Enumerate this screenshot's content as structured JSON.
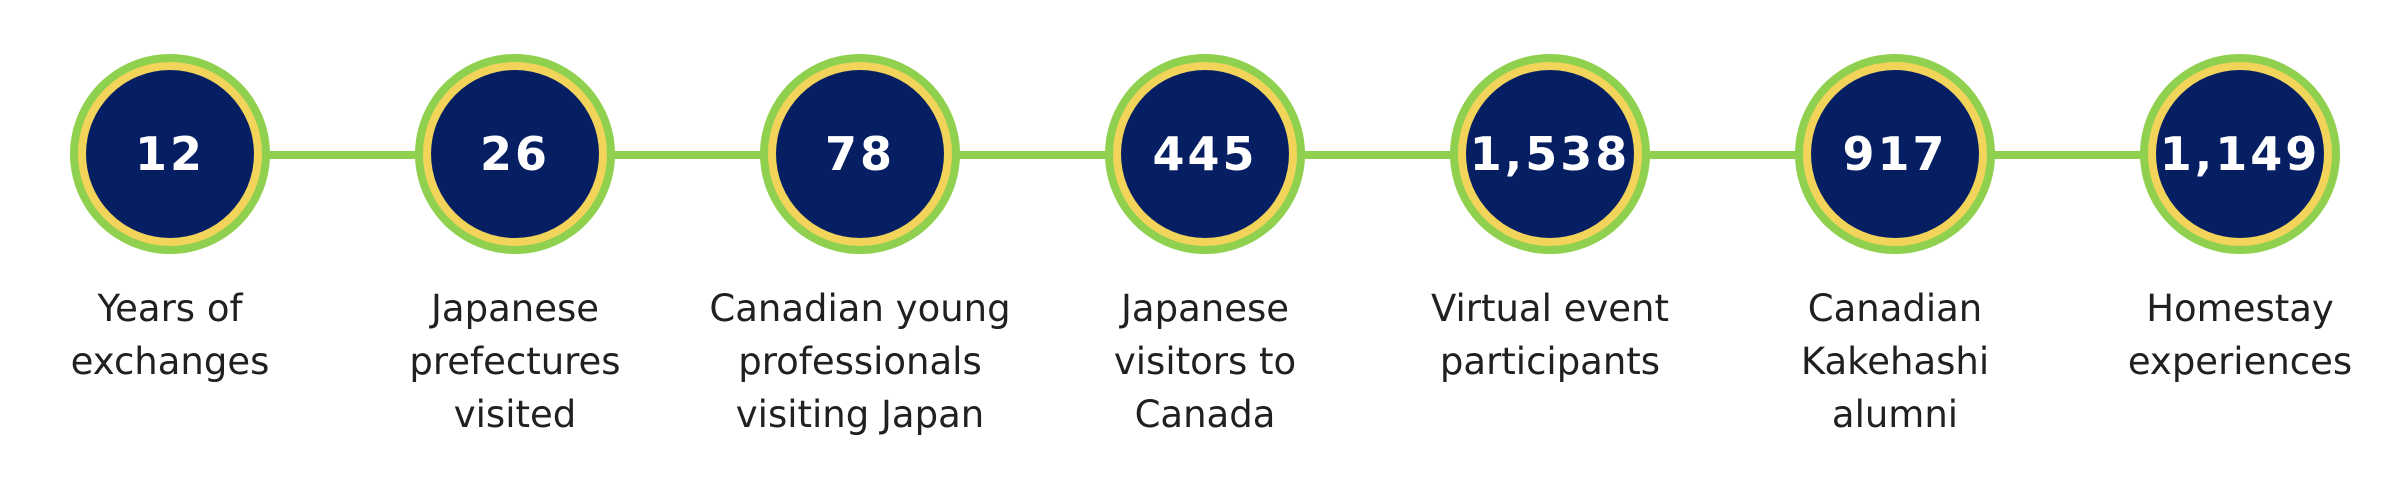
{
  "stats": [
    {
      "value": "12",
      "label_lines": [
        "Years of",
        "exchanges"
      ]
    },
    {
      "value": "26",
      "label_lines": [
        "Japanese",
        "prefectures",
        "visited"
      ]
    },
    {
      "value": "78",
      "label_lines": [
        "Canadian young",
        "professionals",
        "visiting Japan"
      ]
    },
    {
      "value": "445",
      "label_lines": [
        "Japanese",
        "visitors to",
        "Canada"
      ]
    },
    {
      "value": "1,538",
      "label_lines": [
        "Virtual event",
        "participants"
      ]
    },
    {
      "value": "917",
      "label_lines": [
        "Canadian",
        "Kakehashi",
        "alumni"
      ]
    },
    {
      "value": "1,149",
      "label_lines": [
        "Homestay",
        "experiences"
      ]
    }
  ],
  "colors": {
    "badge_fill": "#061f63",
    "badge_inner_ring": "#f2d45b",
    "badge_outer_ring": "#8fd14f",
    "connector": "#8fd14f",
    "label_text": "#202020",
    "value_text": "#ffffff"
  }
}
